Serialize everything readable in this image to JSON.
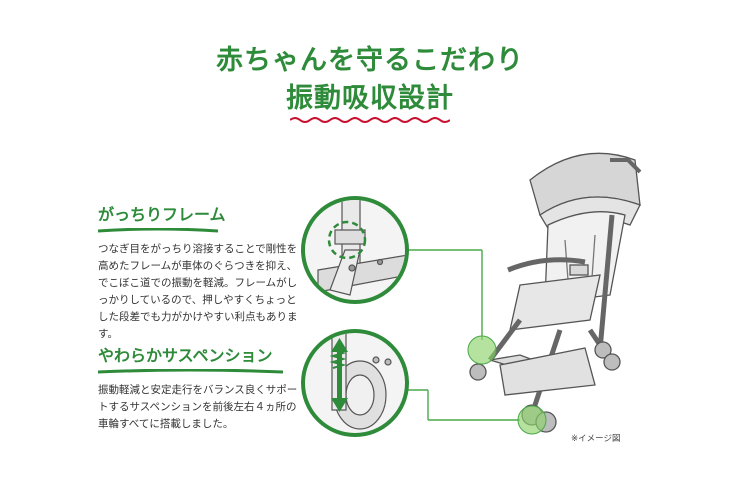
{
  "header": {
    "title": "赤ちゃんを守るこだわり",
    "subtitle": "振動吸収設計"
  },
  "features": [
    {
      "title": "がっちりフレーム",
      "body": "つなぎ目をがっちり溶接することで剛性を高めたフレームが車体のぐらつきを抑え、でこぼこ道での振動を軽減。フレームがしっかりしているので、押しやすくちょっとした段差でも力がかけやすい利点もあります。"
    },
    {
      "title": "やわらかサスペンション",
      "body": "振動軽減と安定走行をバランス良くサポートするサスペンションを前後左右４ヵ所の車輪すべてに搭載しました。"
    }
  ],
  "note": "※イメージ図",
  "colors": {
    "accent": "#2e8b3a",
    "wave": "#c8102e",
    "highlight": "#8fd36b"
  }
}
